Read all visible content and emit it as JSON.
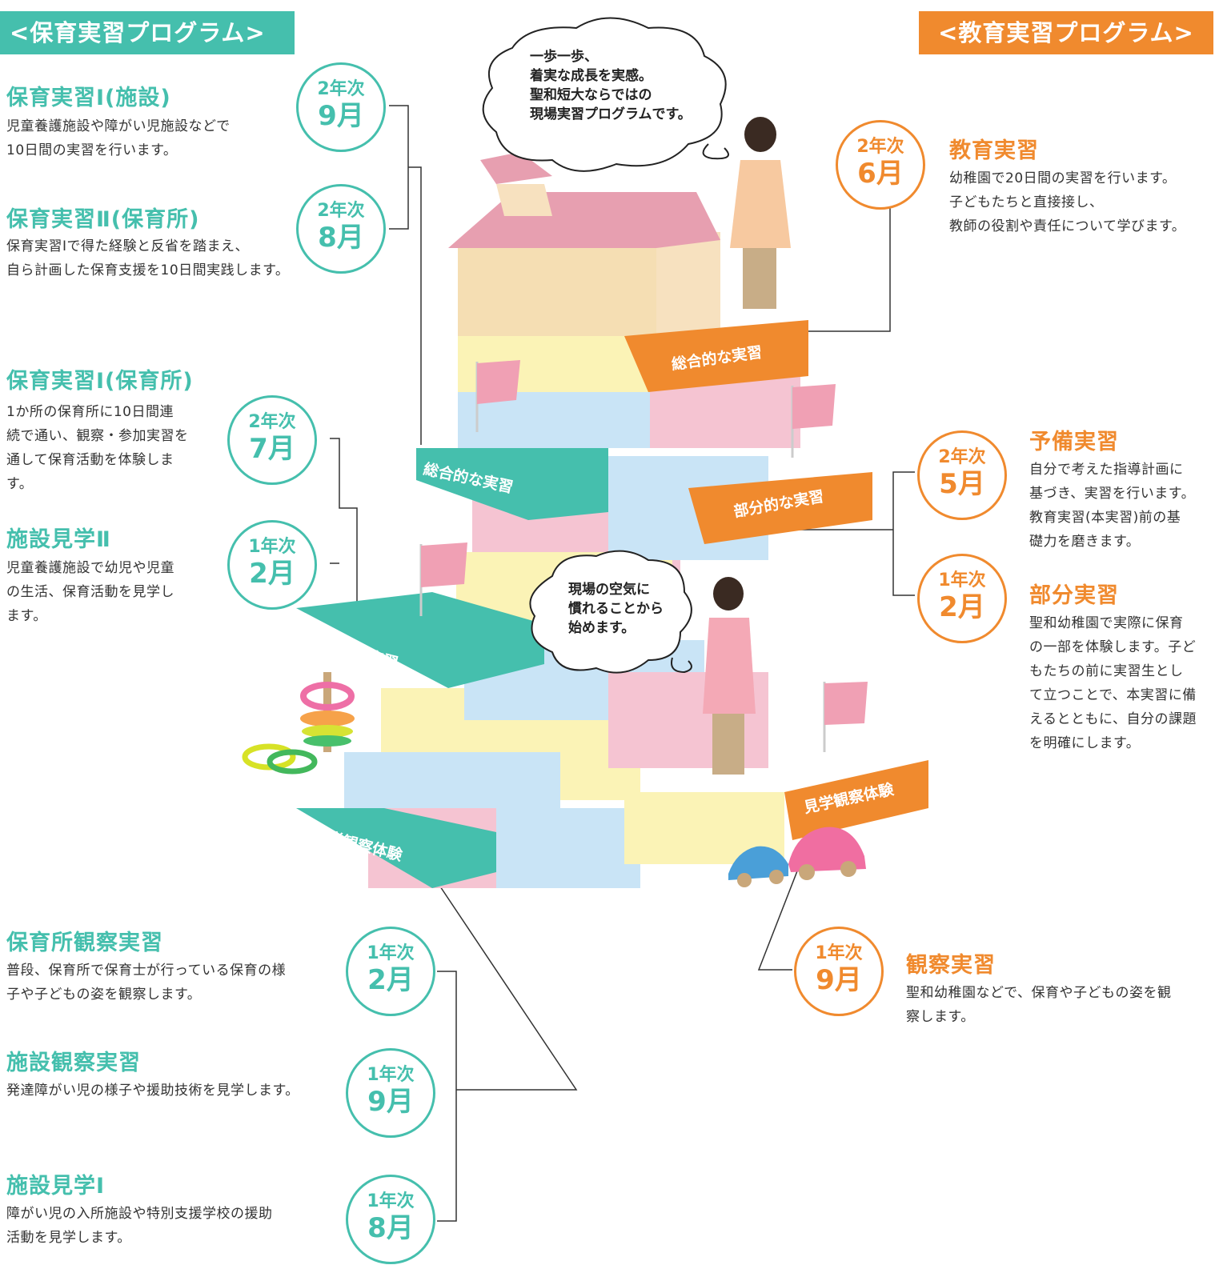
{
  "headers": {
    "left": "<保育実習プログラム>",
    "right": "<教育実習プログラム>"
  },
  "left_items": [
    {
      "title": "保育実習Ⅰ(施設)",
      "desc": "児童養護施設や障がい児施設などで\n10日間の実習を行います。",
      "year": "2年次",
      "month": "9月"
    },
    {
      "title": "保育実習Ⅱ(保育所)",
      "desc": "保育実習Ⅰで得た経験と反省を踏まえ、\n自ら計画した保育支援を10日間実践します。",
      "year": "2年次",
      "month": "8月"
    },
    {
      "title": "保育実習Ⅰ(保育所)",
      "desc": "1か所の保育所に10日間連\n続で通い、観察・参加実習を\n通して保育活動を体験しま\nす。",
      "year": "2年次",
      "month": "7月"
    },
    {
      "title": "施設見学Ⅱ",
      "desc": "児童養護施設で幼児や児童\nの生活、保育活動を見学し\nます。",
      "year": "1年次",
      "month": "2月"
    },
    {
      "title": "保育所観察実習",
      "desc": "普段、保育所で保育士が行っている保育の様\n子や子どもの姿を観察します。",
      "year": "1年次",
      "month": "2月"
    },
    {
      "title": "施設観察実習",
      "desc": "発達障がい児の様子や援助技術を見学します。",
      "year": "1年次",
      "month": "9月"
    },
    {
      "title": "施設見学Ⅰ",
      "desc": "障がい児の入所施設や特別支援学校の援助\n活動を見学します。",
      "year": "1年次",
      "month": "8月"
    }
  ],
  "right_items": [
    {
      "title": "教育実習",
      "desc": "幼稚園で20日間の実習を行います。\n子どもたちと直接接し、\n教師の役割や責任について学びます。",
      "year": "2年次",
      "month": "6月"
    },
    {
      "title": "予備実習",
      "desc": "自分で考えた指導計画に\n基づき、実習を行います。\n教育実習(本実習)前の基\n礎力を磨きます。",
      "year": "2年次",
      "month": "5月"
    },
    {
      "title": "部分実習",
      "desc": "聖和幼稚園で実際に保育\nの一部を体験します。子ど\nもたちの前に実習生とし\nて立つことで、本実習に備\nえるとともに、自分の課題\nを明確にします。",
      "year": "1年次",
      "month": "2月"
    },
    {
      "title": "観察実習",
      "desc": "聖和幼稚園などで、保育や子どもの姿を観\n察します。",
      "year": "1年次",
      "month": "9月"
    }
  ],
  "block_labels": {
    "orange_top": "総合的な実習",
    "teal_top": "総合的な実習",
    "orange_mid": "部分的な実習",
    "teal_mid": "部分的な実習",
    "orange_bottom": "見学観察体験",
    "teal_bottom": "見学観察体験"
  },
  "bubbles": {
    "top": [
      "一歩一歩、",
      "着実な成長を実感。",
      "聖和短大ならではの",
      "現場実習プログラムです。"
    ],
    "middle": [
      "現場の空気に",
      "慣れることから",
      "始めます。"
    ]
  },
  "colors": {
    "teal": "#45bfad",
    "orange": "#f08a2e",
    "pink": "#f5c4d2",
    "yellow": "#fbf3b6",
    "blue": "#c9e4f6"
  }
}
